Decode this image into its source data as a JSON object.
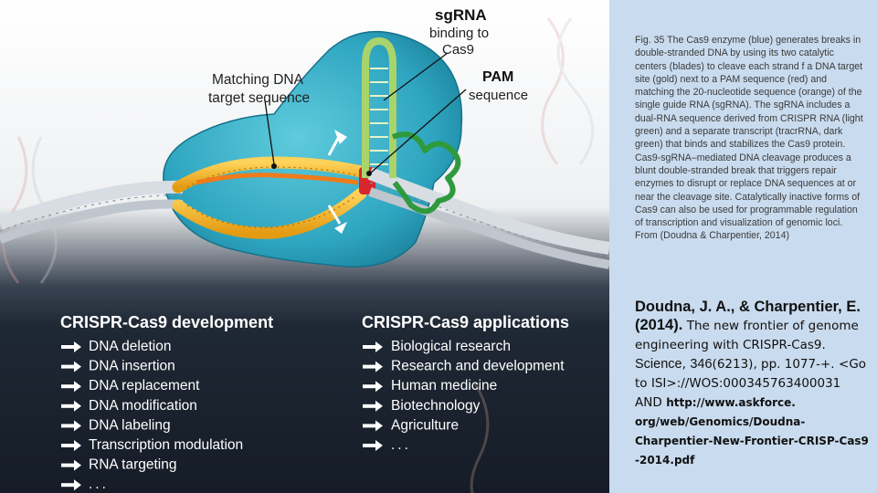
{
  "diagram": {
    "labels": {
      "sgrna_title": "sgRNA",
      "sgrna_line2": "binding to",
      "sgrna_line3": "Cas9",
      "matching_line1": "Matching DNA",
      "matching_line2": "target sequence",
      "pam_title": "PAM",
      "pam_line2": "sequence"
    },
    "development": {
      "heading": "CRISPR-Cas9 development",
      "items": [
        "DNA deletion",
        "DNA insertion",
        "DNA replacement",
        "DNA modification",
        "DNA labeling",
        "Transcription modulation",
        "RNA targeting",
        "..."
      ]
    },
    "applications": {
      "heading": "CRISPR-Cas9 applications",
      "items": [
        "Biological research",
        "Research and development",
        "Human medicine",
        "Biotechnology",
        "Agriculture",
        "..."
      ]
    },
    "colors": {
      "enzyme": "#3fb0c8",
      "dna_target": "#f2b124",
      "pam": "#d8262e",
      "crrna": "#a9d36b",
      "tracrrna": "#2f9a3c",
      "background_dark": "#1b2431"
    }
  },
  "caption": "Fig. 35 The Cas9 enzyme (blue) generates breaks in double-stranded DNA by using its two catalytic centers (blades) to cleave each strand f a DNA target site (gold) next to a PAM sequence (red) and matching the 20-nucleotide sequence (orange) of the single guide RNA (sgRNA). The sgRNA includes a dual-RNA sequence derived from CRISPR RNA (light green) and a separate transcript (tracrRNA, dark green) that binds and stabilizes the Cas9 protein. Cas9-sgRNA–mediated DNA cleavage produces a blunt double-stranded break that triggers repair enzymes to disrupt or replace DNA sequences at or near the cleavage site. Catalytically inactive forms of Cas9 can also be used for programmable regulation of transcription and visualization of genomic loci. From (Doudna & Charpentier, 2014)",
  "reference": {
    "authors": "Doudna, J. A., & Charpentier, E. (2014).",
    "title": "The new frontier of genome engineering with CRISPR-Cas9.",
    "journal": "Science",
    "volume": "346",
    "issue": "(6213)",
    "pages": ", pp. 1077-+.",
    "isi": "<Go to ISI>://WOS:000345763400031",
    "and": "AND",
    "url_lines": [
      "http://www.askforce.",
      "org/web/Genomics/Doudna-",
      "Charpentier-New-Frontier-CRISP-Cas9",
      "-2014.pdf"
    ]
  }
}
